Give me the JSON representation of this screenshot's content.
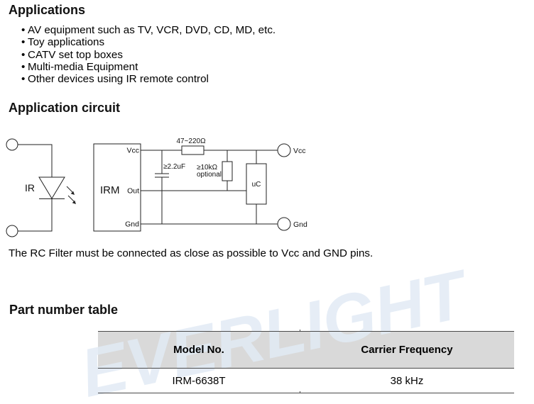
{
  "applications": {
    "heading": "Applications",
    "items": [
      "AV equipment such as TV, VCR, DVD, CD, MD, etc.",
      "Toy applications",
      "CATV set top boxes",
      "Multi-media Equipment",
      "Other devices using IR remote control"
    ]
  },
  "application_circuit": {
    "heading": "Application circuit",
    "diagram": {
      "ir_label": "IR",
      "module_label": "IRM",
      "module_pin_vcc": "Vcc",
      "module_pin_out": "Out",
      "module_pin_gnd": "Gnd",
      "series_resistor": "47~220Ω",
      "capacitor": "≥2.2uF",
      "pullup_resistor": "≥10kΩ",
      "pullup_note": "optional",
      "microcontroller": "uC",
      "terminal_vcc": "Vcc",
      "terminal_gnd": "Gnd"
    },
    "note": "The RC Filter must be connected as close as possible to Vcc and GND pins."
  },
  "part_number_table": {
    "heading": "Part number table",
    "columns": [
      "Model No.",
      "Carrier Frequency"
    ],
    "rows": [
      [
        "IRM-6638T",
        "38 kHz"
      ]
    ]
  },
  "watermark": "EVERLIGHT",
  "colors": {
    "text": "#000000",
    "table_header_bg": "#d9d9d9",
    "table_rule": "#4a4a4a",
    "watermark": "#e2ebf5"
  }
}
